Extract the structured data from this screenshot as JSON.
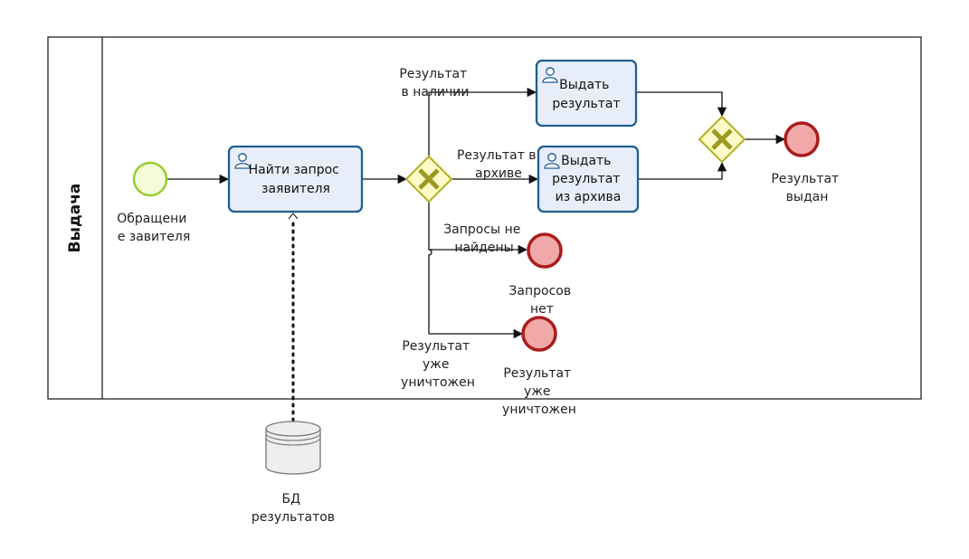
{
  "pool": {
    "lane_label": "Выдача"
  },
  "start_event": {
    "label": [
      "Обращени",
      "е завителя"
    ],
    "color": "#99cc33"
  },
  "tasks": {
    "find": {
      "label": [
        "Найти запрос",
        "заявителя"
      ]
    },
    "issue": {
      "label": [
        "Выдать",
        "результат"
      ]
    },
    "issue_archive": {
      "label": [
        "Выдать",
        "результат",
        "из архива"
      ]
    }
  },
  "flows": {
    "available": [
      "Результат",
      "в наличии"
    ],
    "in_archive": [
      "Результат в",
      "архиве"
    ],
    "not_found": [
      "Запросы не",
      "найдены"
    ],
    "destroyed": [
      "Результат",
      "уже",
      "уничтожен"
    ]
  },
  "end_events": {
    "issued": {
      "label": [
        "Результат",
        "выдан"
      ]
    },
    "no_requests": {
      "label": [
        "Запросов",
        "нет"
      ]
    },
    "destroyed": {
      "label": [
        "Результат",
        "уже",
        "уничтожен"
      ]
    }
  },
  "datastore": {
    "label": [
      "БД",
      "результатов"
    ]
  },
  "colors": {
    "task_fill": "#e8eef9",
    "task_stroke": "#1f5f91",
    "gateway_fill": "#fffbc8",
    "gateway_stroke": "#b0b020",
    "end_fill": "#f0a8a8",
    "end_stroke": "#aa1c1c"
  }
}
